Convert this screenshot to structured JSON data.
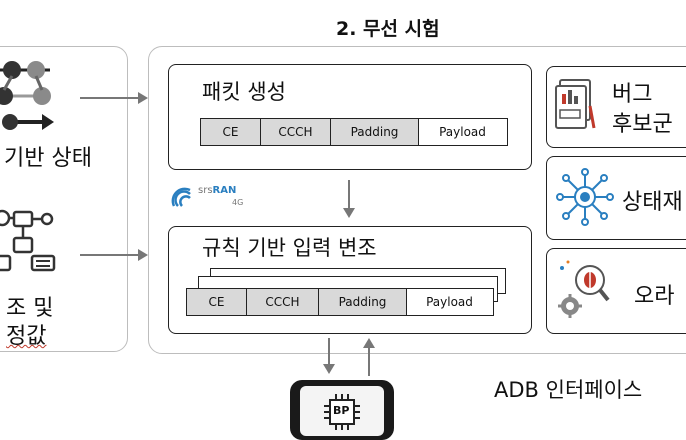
{
  "title": "2. 무선 시험",
  "left": {
    "top_label": "기반 상태",
    "bottom_label_1": "조 및",
    "bottom_label_2": "정값"
  },
  "packet_box": {
    "title": "패킷 생성",
    "fields": [
      "CE",
      "CCCH",
      "Padding",
      "Payload"
    ]
  },
  "logo": {
    "brand_small": "srs",
    "brand_main": "RAN",
    "sub": "4G"
  },
  "mutation_box": {
    "title": "규칙 기반 입력 변조",
    "fields": [
      "CE",
      "CCCH",
      "Padding",
      "Payload"
    ]
  },
  "right": {
    "bug_line1": "버그",
    "bug_line2": "후보군",
    "state_label": "상태재",
    "oracle_label": "오라"
  },
  "device": {
    "chip_label": "BP"
  },
  "adb_label": "ADB 인터페이스",
  "colors": {
    "field_gray": "#d9d9d9",
    "arrow": "#777777",
    "panel_border": "#bdbdbd",
    "icon_blue": "#2a7fc0"
  }
}
